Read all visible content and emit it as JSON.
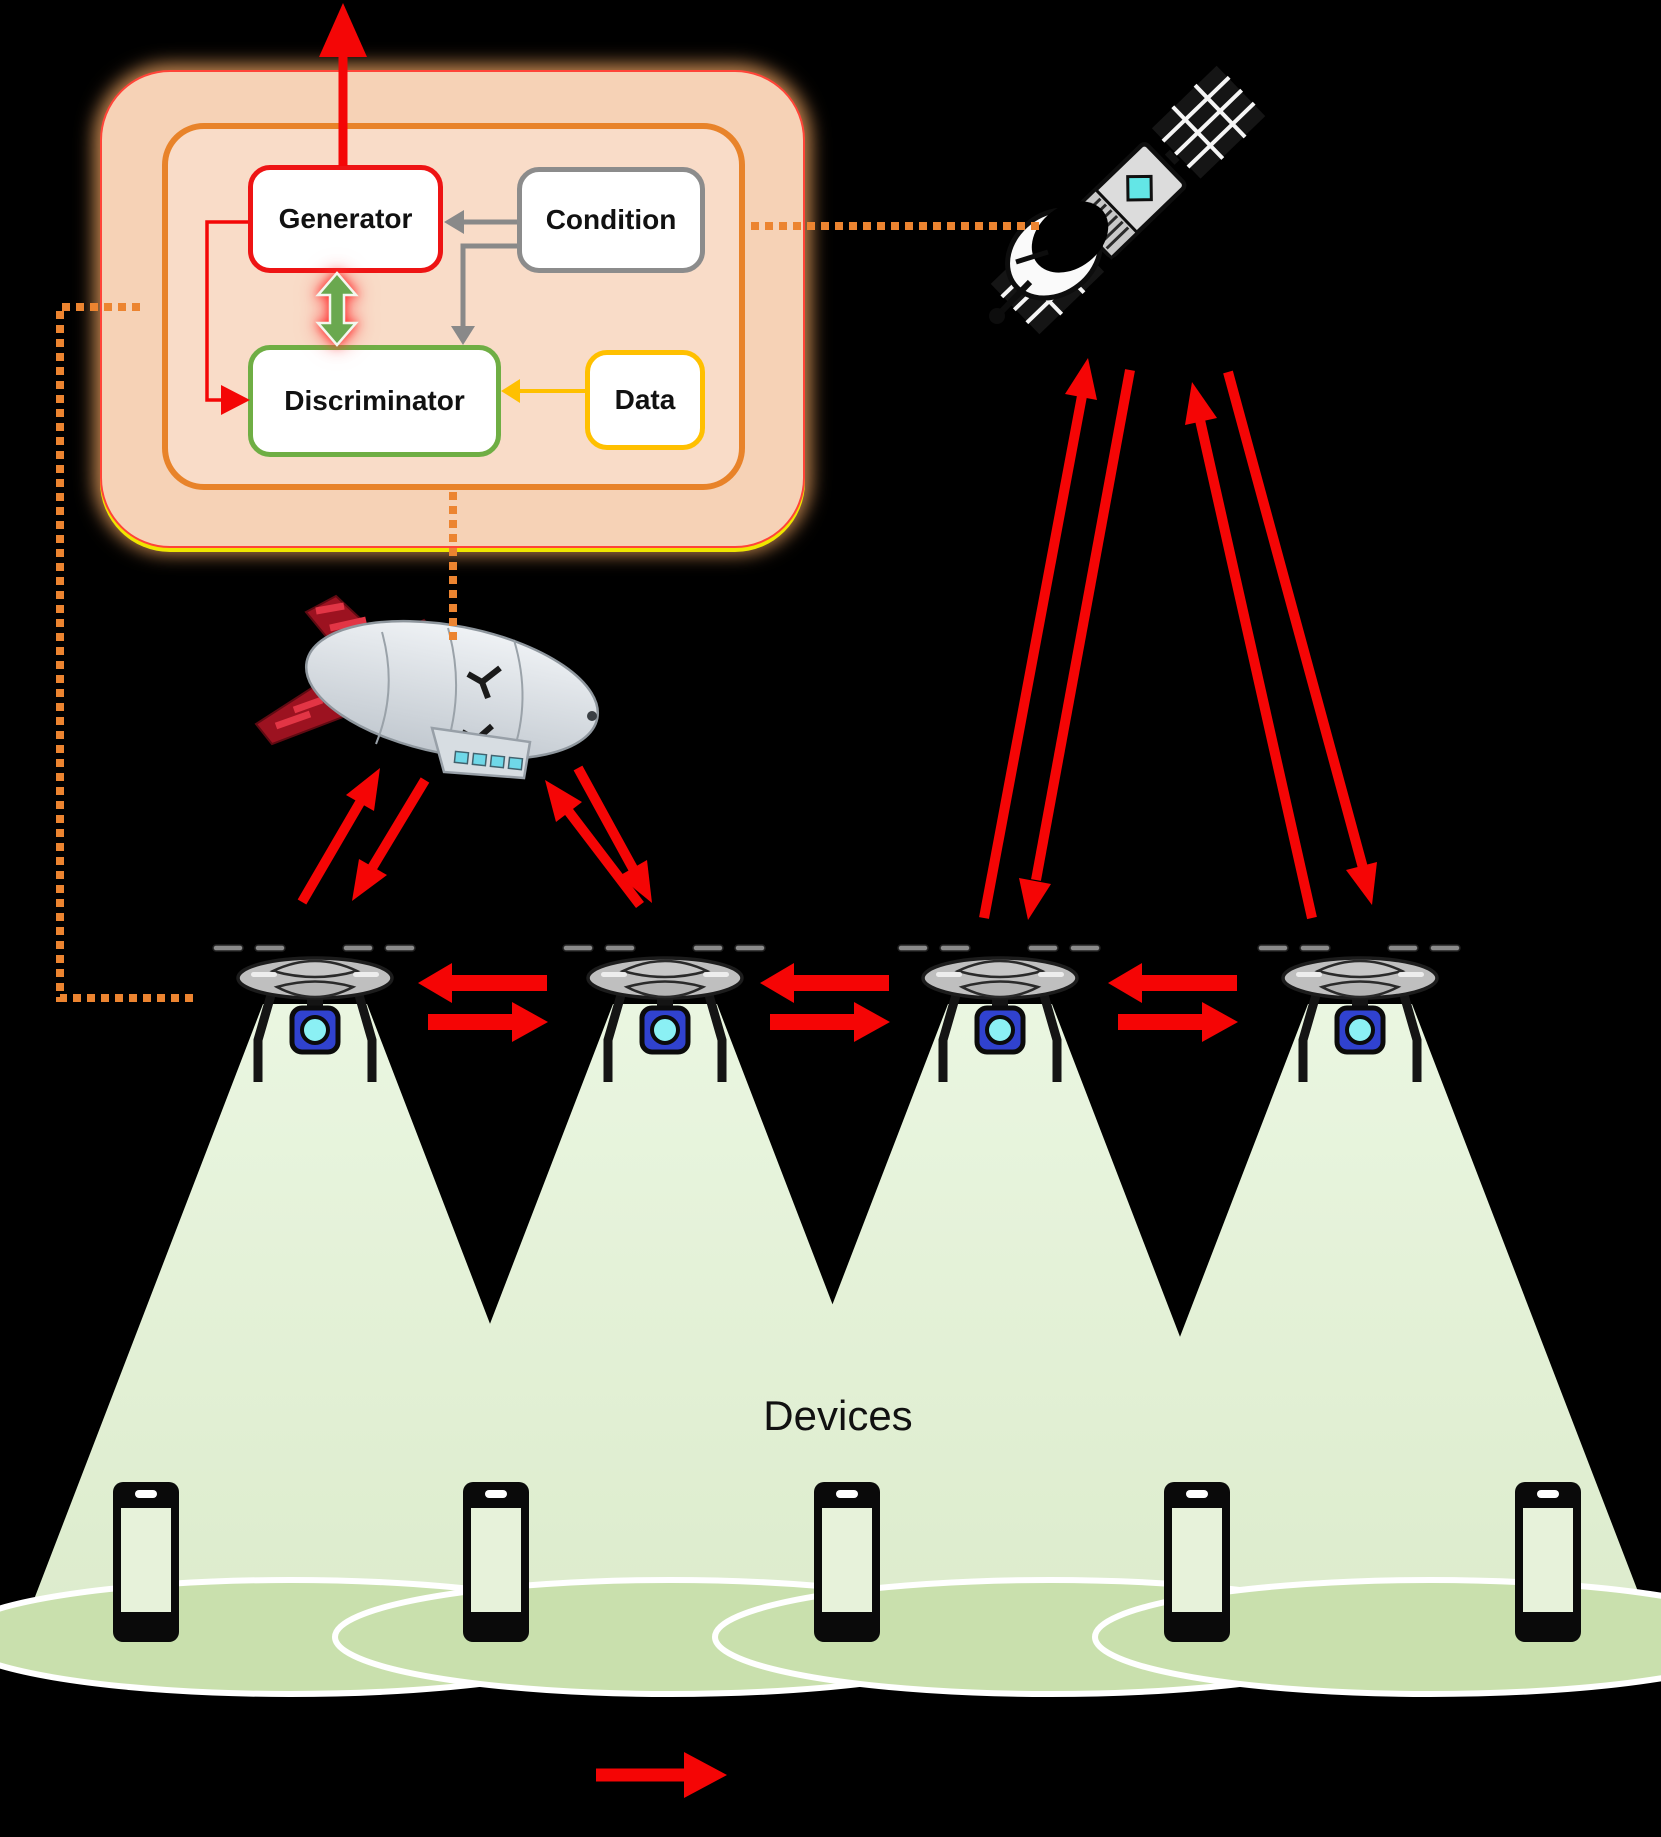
{
  "diagram": {
    "gan_panel": {
      "generator_label": "Generator",
      "condition_label": "Condition",
      "discriminator_label": "Discriminator",
      "data_label": "Data"
    },
    "ground": {
      "devices_label": "Devices"
    },
    "icons": [
      "satellite-icon",
      "airship-icon",
      "drone-icon",
      "camera-icon",
      "smartphone-icon",
      "beam-cone",
      "coverage-ellipse",
      "red-arrow",
      "orange-dotted-link",
      "green-adversarial-arrow"
    ],
    "colors": {
      "background": "#000000",
      "panel_fill": "#f6d2b6",
      "panel_inner_fill": "#f9dcc8",
      "panel_border_orange": "#e8832a",
      "panel_edge_red": "#ff4438",
      "panel_edge_yellow": "#efe600",
      "generator_border": "#ee1414",
      "condition_border": "#8c8c8c",
      "discriminator_border": "#6fae44",
      "data_border": "#ffc000",
      "arrow_red": "#f50505",
      "arrow_gray": "#898989",
      "arrow_yellow": "#ffc000",
      "dotted_orange": "#ec8430",
      "adversarial_green": "#6aa84f",
      "beam_green": "#e9f5df",
      "ground_green": "#c9e0ad",
      "camera_blue": "#3042cf",
      "lens_cyan": "#8bf0f4"
    }
  }
}
